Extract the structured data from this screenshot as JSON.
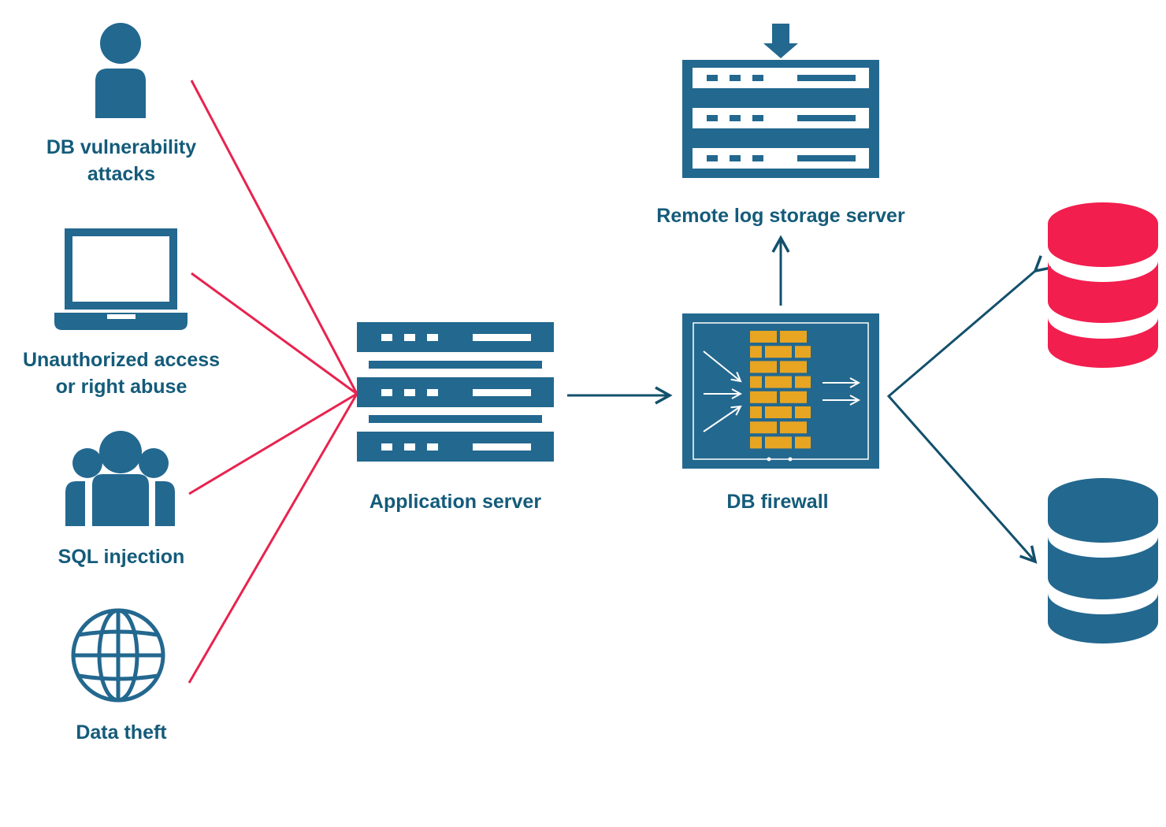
{
  "colors": {
    "primary": "#23688f",
    "text": "#145b7a",
    "attack_line": "#e8234f",
    "flow_arrow": "#13506c",
    "firewall_bricks": "#e8a522",
    "db_danger": "#f21e4e",
    "db_safe": "#23688f"
  },
  "threats": [
    {
      "id": "db-vulnerability",
      "icon": "person-icon",
      "label_lines": [
        "DB vulnerability",
        "attacks"
      ]
    },
    {
      "id": "unauthorized-access",
      "icon": "laptop-icon",
      "label_lines": [
        "Unauthorized access",
        "or right abuse"
      ]
    },
    {
      "id": "sql-injection",
      "icon": "group-icon",
      "label_lines": [
        "SQL injection"
      ]
    },
    {
      "id": "data-theft",
      "icon": "globe-icon",
      "label_lines": [
        "Data theft"
      ]
    }
  ],
  "nodes": {
    "app_server": {
      "label": "Application server",
      "icon": "server-rack-icon"
    },
    "db_firewall": {
      "label": "DB firewall",
      "icon": "brick-firewall-icon"
    },
    "log_server": {
      "label": "Remote log storage server",
      "icon": "server-rack-icon"
    }
  },
  "databases": [
    {
      "id": "compromised-database",
      "icon": "database-icon",
      "status": "compromised"
    },
    {
      "id": "protected-database",
      "icon": "database-icon",
      "status": "protected"
    }
  ]
}
